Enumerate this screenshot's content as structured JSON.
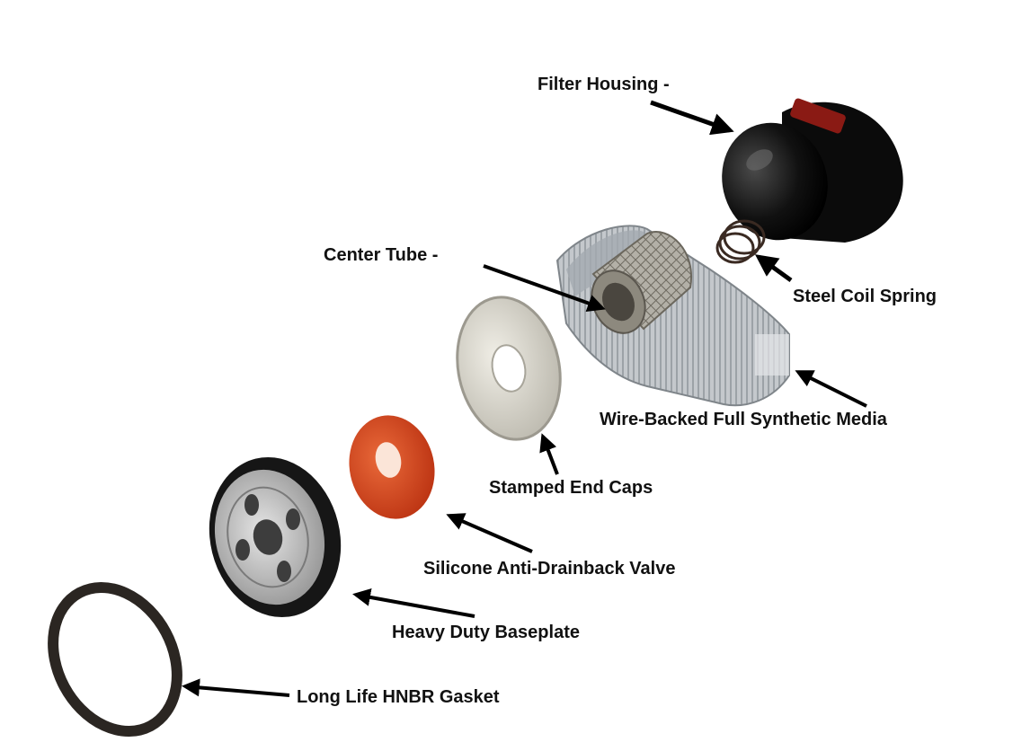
{
  "labels": {
    "filter_housing": "Filter Housing -",
    "center_tube": "Center Tube -",
    "steel_coil_spring": "Steel Coil Spring",
    "media": "Wire-Backed Full Synthetic Media",
    "end_caps": "Stamped End Caps",
    "valve": "Silicone Anti-Drainback Valve",
    "baseplate": "Heavy Duty Baseplate",
    "gasket": "Long Life HNBR Gasket"
  },
  "colors": {
    "housing": "#0d0d0d",
    "housing_band": "#8a1a14",
    "media": "#b9bec4",
    "tube": "#a7a49b",
    "end_cap": "#d9d6cc",
    "valve": "#d3441c",
    "baseplate_rim": "#1a1a1a",
    "baseplate_face": "#c8c8c8",
    "gasket": "#2b2622",
    "arrow": "#000000"
  }
}
